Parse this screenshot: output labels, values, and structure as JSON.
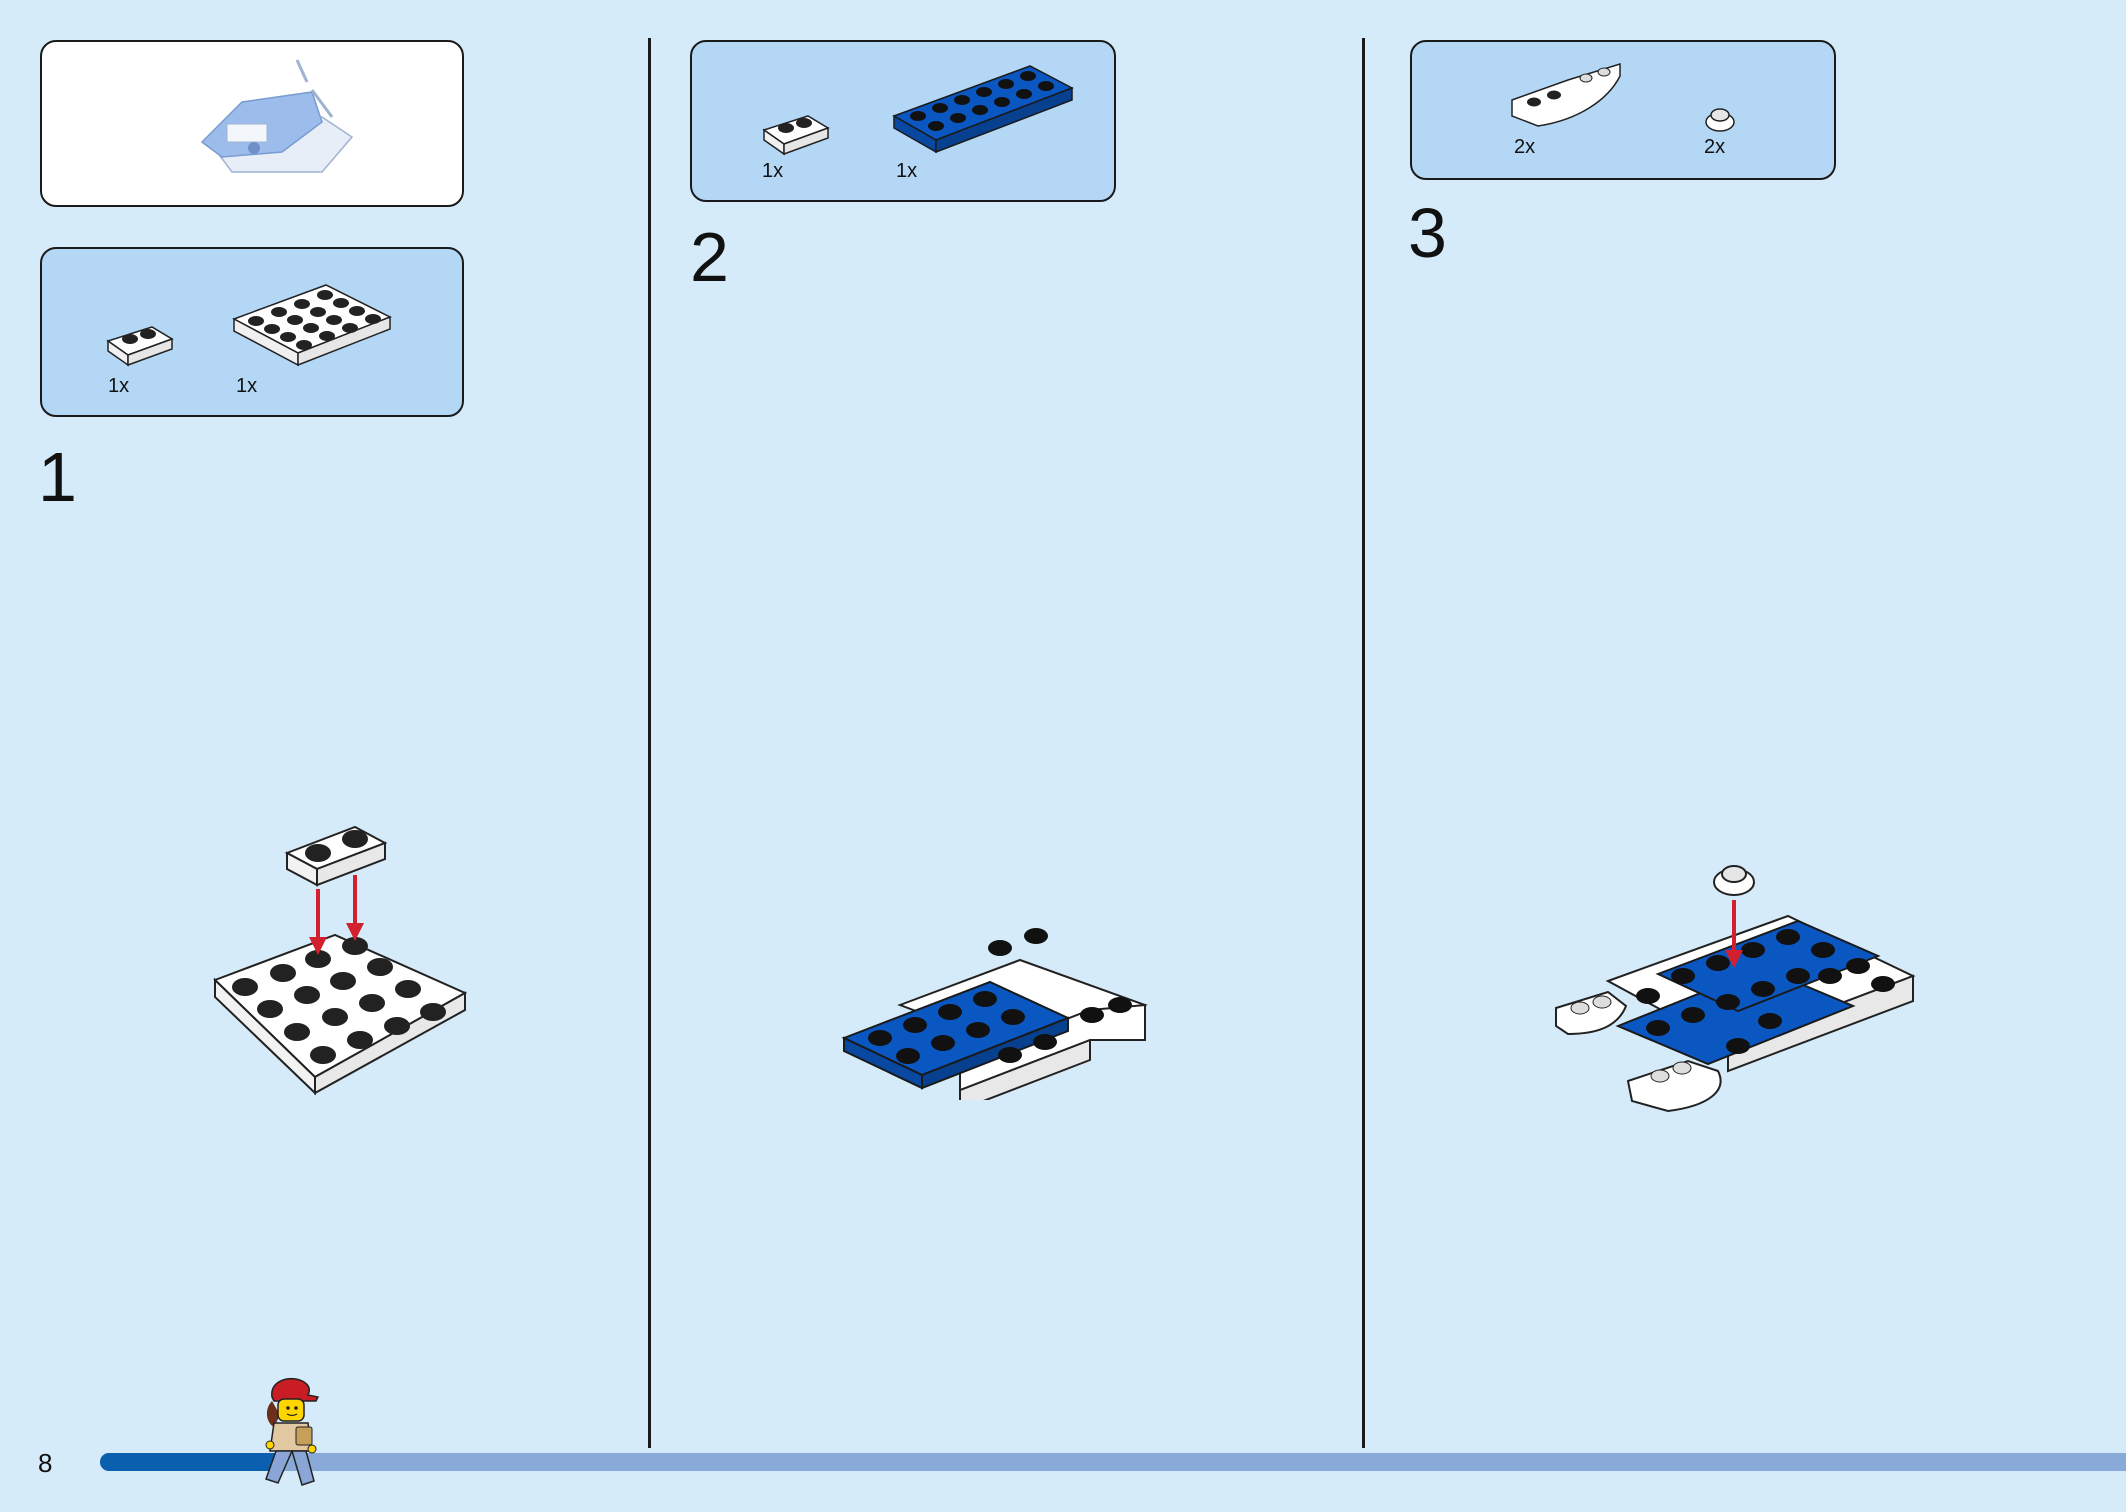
{
  "steps": [
    {
      "number": "1",
      "parts": [
        {
          "qty": "1x",
          "name": "plate 1x2 white"
        },
        {
          "qty": "1x",
          "name": "plate 4x4 white"
        }
      ]
    },
    {
      "number": "2",
      "parts": [
        {
          "qty": "1x",
          "name": "plate 1x2 white"
        },
        {
          "qty": "1x",
          "name": "plate 2x6 blue"
        }
      ]
    },
    {
      "number": "3",
      "parts": [
        {
          "qty": "2x",
          "name": "slope curved white"
        },
        {
          "qty": "2x",
          "name": "round plate 1x1 white"
        }
      ]
    }
  ],
  "page_number": "8",
  "progress": 0.09,
  "colors": {
    "background": "#d6ebf9",
    "parts_box": "#b3d7f5",
    "brick_blue": "#0a57c2",
    "brick_white": "#ffffff",
    "arrow_red": "#d2202f",
    "progress_fill": "#0a5fae",
    "progress_track": "#89a9d8"
  },
  "icons": [
    "boat-model-preview",
    "minifigure-runner-icon",
    "insert-arrow-icon"
  ]
}
